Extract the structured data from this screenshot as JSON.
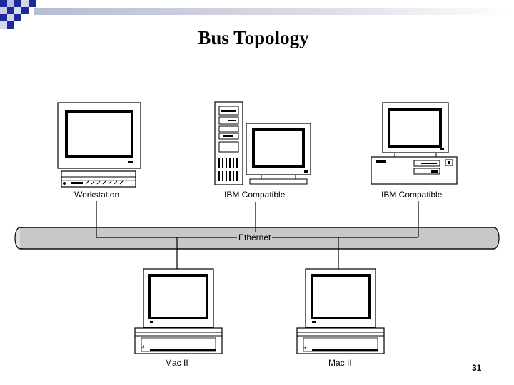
{
  "slide": {
    "title": "Bus Topology",
    "page_number": "31"
  },
  "colors": {
    "accent_blue": "#1c2a9a",
    "bus_fill": "#c8c8c8",
    "screen": "#ffffff"
  },
  "nodes": [
    {
      "label": "Workstation",
      "icon": "workstation-computer-icon"
    },
    {
      "label": "IBM Compatible",
      "icon": "tower-pc-icon"
    },
    {
      "label": "IBM Compatible",
      "icon": "desktop-pc-icon"
    },
    {
      "label": "Mac II",
      "icon": "mac-computer-icon"
    },
    {
      "label": "Mac II",
      "icon": "mac-computer-icon"
    }
  ],
  "bus": {
    "label": "Ethernet"
  }
}
